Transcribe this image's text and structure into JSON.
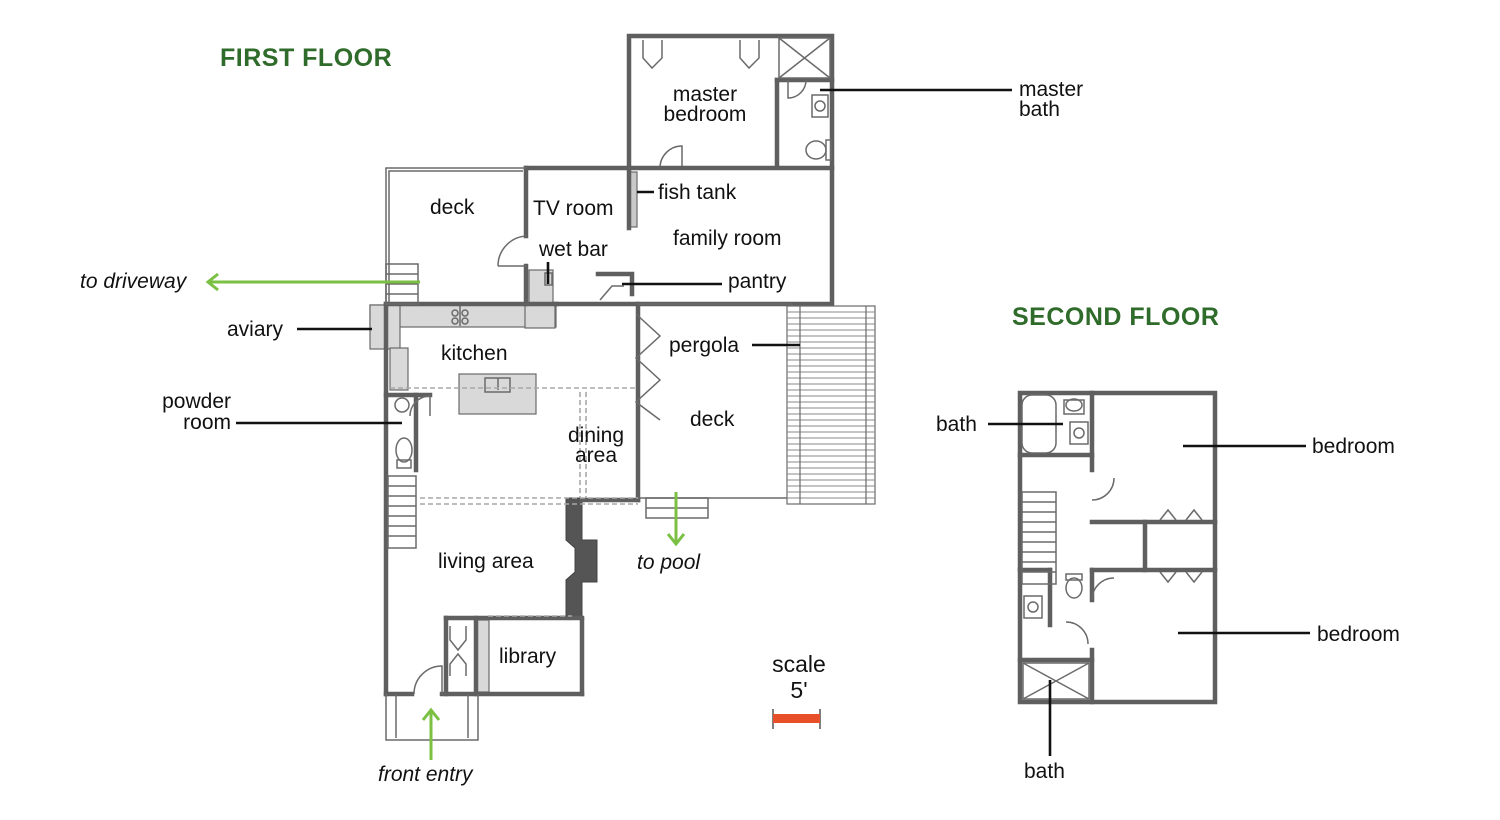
{
  "titles": {
    "first_floor": "FIRST FLOOR",
    "second_floor": "SECOND FLOOR"
  },
  "first_floor": {
    "master_bedroom": [
      "master",
      "bedroom"
    ],
    "master_bath": [
      "master",
      "bath"
    ],
    "fish_tank": "fish tank",
    "tv_room": "TV room",
    "deck_top": "deck",
    "wet_bar": "wet bar",
    "family_room": "family room",
    "pantry": "pantry",
    "to_driveway": "to driveway",
    "aviary": "aviary",
    "kitchen": "kitchen",
    "pergola": "pergola",
    "powder_room": [
      "powder",
      "room"
    ],
    "dining_area": [
      "dining",
      "area"
    ],
    "deck_right": "deck",
    "living_area": "living area",
    "to_pool": "to pool",
    "library": "library",
    "front_entry": "front entry"
  },
  "second_floor": {
    "bath_top": "bath",
    "bedroom_top": "bedroom",
    "bedroom_bottom": "bedroom",
    "bath_bottom": "bath"
  },
  "scale": {
    "label": "scale",
    "value": "5'",
    "bar_color": "#e8502a"
  },
  "colors": {
    "title_green": "#2f6b2a",
    "arrow_green": "#7bc043",
    "wall_gray": "#5f5f5f"
  }
}
